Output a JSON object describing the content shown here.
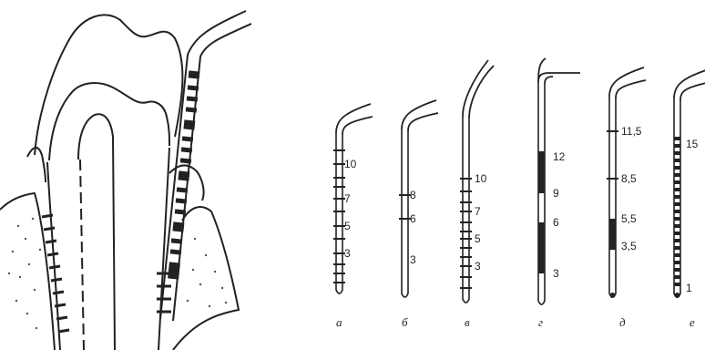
{
  "probes": [
    {
      "letter": "а",
      "marks": [
        "10",
        "7",
        "5",
        "3"
      ]
    },
    {
      "letter": "б",
      "marks": [
        "8",
        "6",
        "3"
      ]
    },
    {
      "letter": "в",
      "marks": [
        "10",
        "7",
        "5",
        "3"
      ]
    },
    {
      "letter": "г",
      "marks": [
        "12",
        "9",
        "6",
        "3"
      ]
    },
    {
      "letter": "д",
      "marks": [
        "11,5",
        "8,5",
        "5,5",
        "3,5"
      ]
    },
    {
      "letter": "е",
      "marks": [
        "15",
        "1"
      ]
    }
  ],
  "colors": {
    "ink": "#222222",
    "paper": "#ffffff",
    "bone_dots": "#555555"
  }
}
